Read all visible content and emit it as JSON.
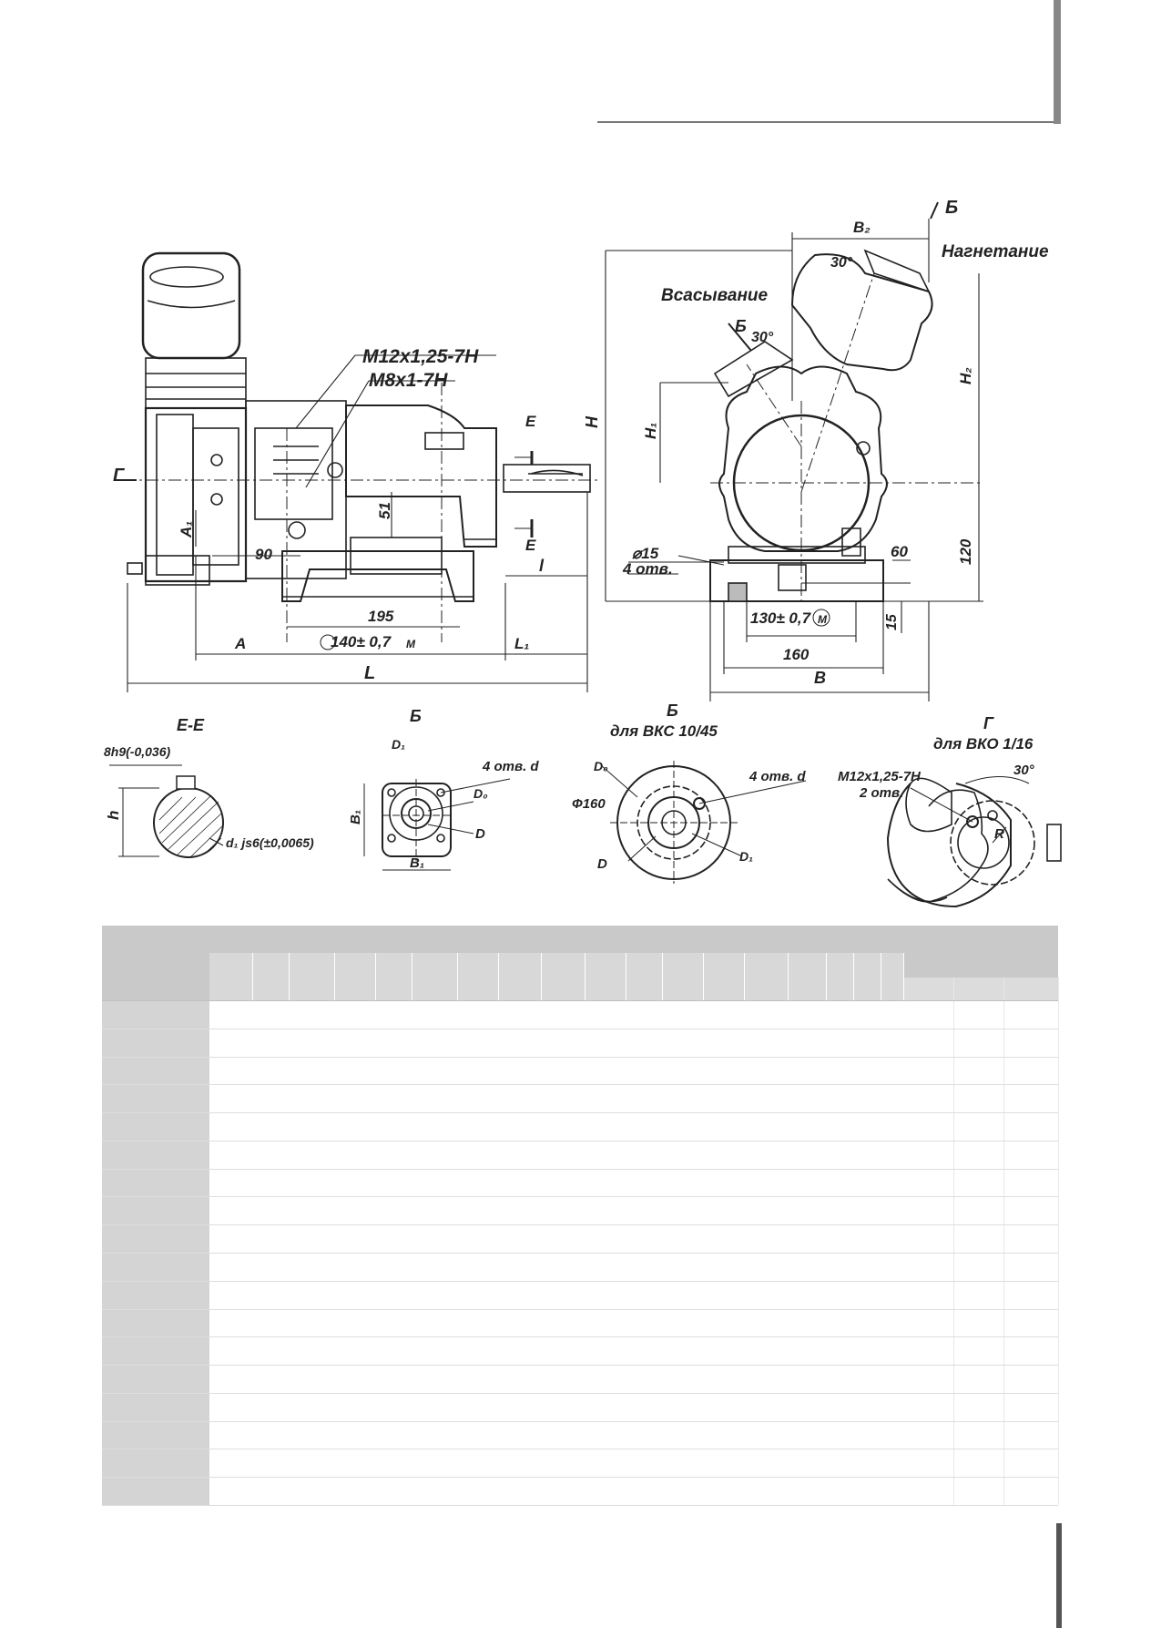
{
  "main_view": {
    "thread_1": "М12х1,25-7Н",
    "thread_2": "М8х1-7Н",
    "section_e_top": "Е",
    "section_e_bottom": "Е",
    "view_g_arrow": "Г",
    "dim_a1": "A₁",
    "dim_90": "90",
    "dim_51": "51",
    "dim_195": "195",
    "dim_140": "140± 0,7",
    "dim_a": "A",
    "dim_l1": "L₁",
    "dim_l_small": "l",
    "dim_l_total": "L",
    "tol_mark": "M"
  },
  "side_view": {
    "view_b_arrow": "Б",
    "label_discharge": "Нагнетание",
    "label_suction": "Всасывание",
    "dim_b2": "B₂",
    "angle_30_top": "30°",
    "angle_30_mid": "30°",
    "view_b_mid": "Б",
    "dim_h": "H",
    "dim_h1": "H₁",
    "dim_h2": "H₂",
    "holes_dia": "⌀15",
    "holes_count": "4 отв.",
    "dim_60": "60",
    "dim_120": "120",
    "dim_130": "130± 0,7",
    "dim_15": "15",
    "dim_160": "160",
    "dim_b": "B",
    "tol_mark": "M"
  },
  "detail_ee": {
    "title": "Е-Е",
    "key": "8h9(-0,036)",
    "dim_h": "h",
    "shaft": "d₁ js6(±0,0065)"
  },
  "detail_b": {
    "title": "Б",
    "dim_d1": "D₁",
    "holes": "4 отв. d",
    "dim_d0": "D₀",
    "dim_b1_v": "B₁",
    "dim_d": "D",
    "dim_b1_h": "B₁"
  },
  "detail_b_vks": {
    "title": "Б",
    "subtitle": "для ВКС 10/45",
    "dim_d0": "D₀",
    "holes": "4 отв. d",
    "dim_phi": "Ф160",
    "dim_d": "D",
    "dim_d1": "D₁"
  },
  "detail_g": {
    "title": "Г",
    "subtitle": "для ВКО 1/16",
    "thread": "М12х1,25-7Н",
    "holes": "2 отв.",
    "angle": "30°",
    "radius": "R"
  },
  "table": {
    "header_fill": "#c9c9c9",
    "stub_fill": "#d4d4d4",
    "row_count": 18
  }
}
